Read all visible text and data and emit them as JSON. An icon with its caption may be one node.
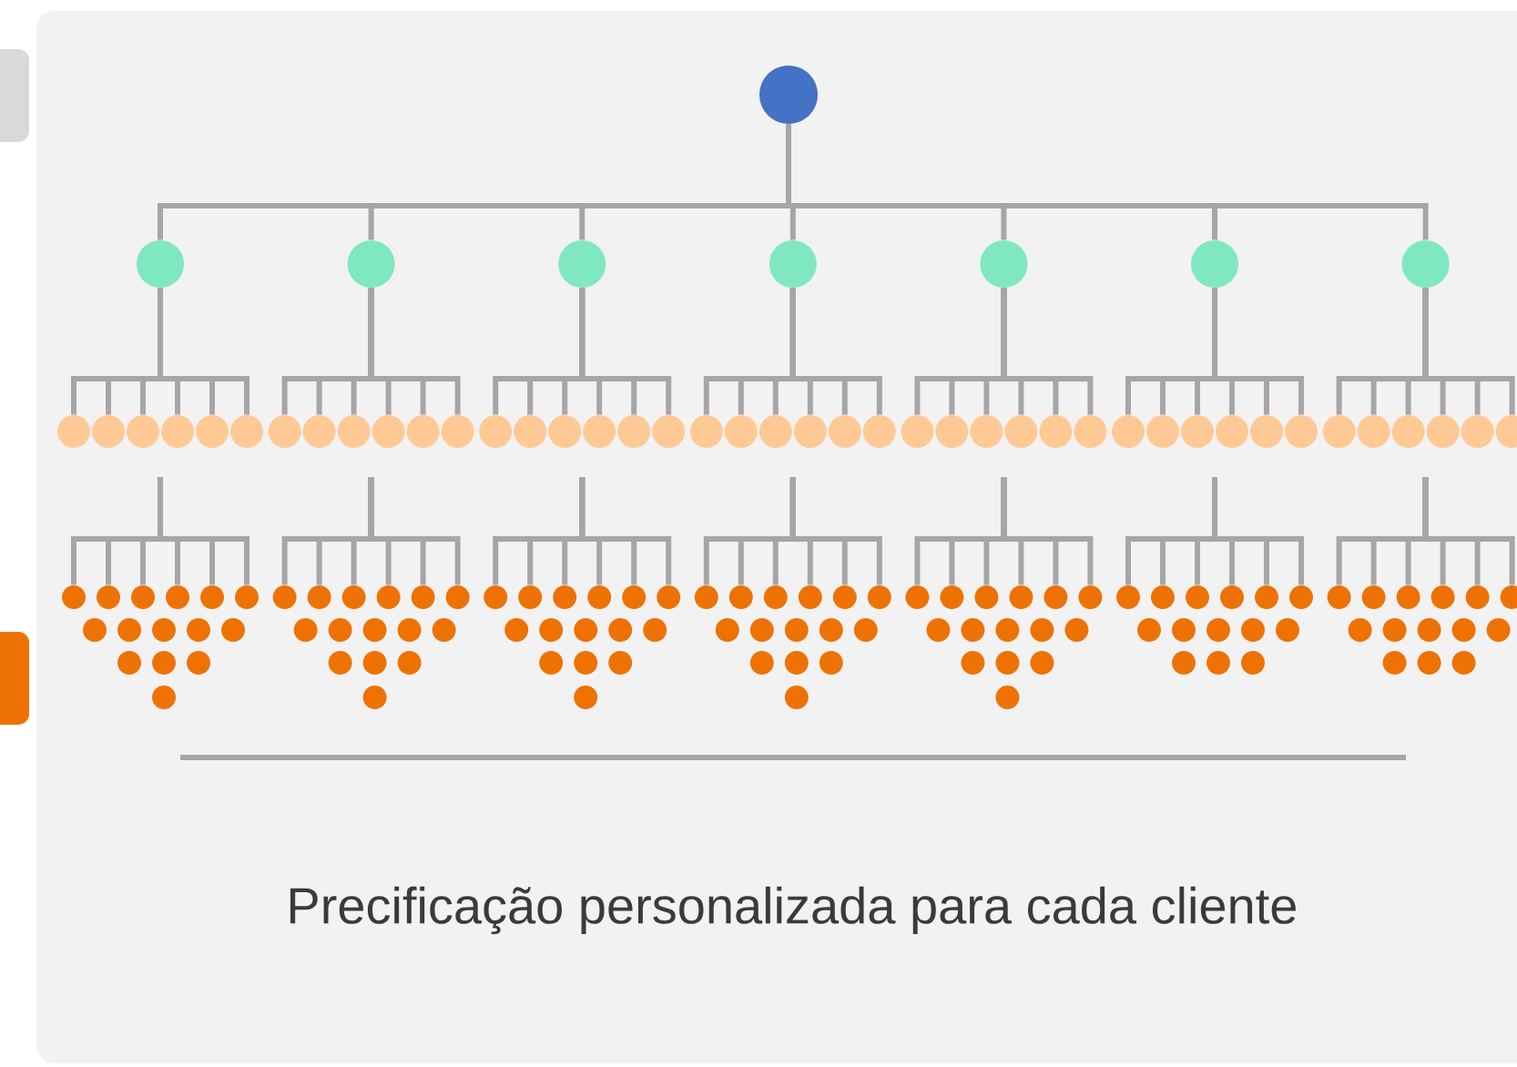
{
  "diagram": {
    "nodes": [
      {
        "text": [],
        "shape": "circle"
      },
      {
        "text": [],
        "shape": "circle"
      },
      {
        "text": [],
        "shape": "circle"
      },
      {
        "text": [],
        "shape": "circle"
      },
      {
        "text": [],
        "shape": "circle"
      },
      {
        "text": [],
        "shape": "circle"
      },
      {
        "text": [],
        "shape": "circle"
      },
      {
        "text": [],
        "shape": "circle"
      },
      {
        "text": [],
        "shape": "circle"
      },
      {
        "text": [],
        "shape": "circle"
      },
      {
        "text": [],
        "shape": "circle"
      },
      {
        "text": [],
        "shape": "circle"
      },
      {
        "text": [],
        "shape": "circle"
      },
      {
        "text": [],
        "shape": "circle"
      },
      {
        "text": [],
        "shape": "circle"
      },
      {
        "text": [],
        "shape": "circle"
      },
      {
        "text": [],
        "shape": "circle"
      },
      {
        "text": [],
        "shape": "circle"
      },
      {
        "text": [],
        "shape": "circle"
      },
      {
        "text": [],
        "shape": "circle"
      },
      {
        "text": [],
        "shape": "circle"
      },
      {
        "text": [],
        "shape": "circle"
      },
      {
        "text": [],
        "shape": "circle"
      },
      {
        "text": [],
        "shape": "circle"
      },
      {
        "text": [],
        "shape": "circle"
      },
      {
        "text": [],
        "shape": "circle"
      },
      {
        "text": [],
        "shape": "circle"
      },
      {
        "text": [],
        "shape": "circle"
      },
      {
        "text": [],
        "shape": "circle"
      },
      {
        "text": [],
        "shape": "circle"
      },
      {
        "text": [],
        "shape": "circle"
      },
      {
        "text": [],
        "shape": "circle"
      },
      {
        "text": [],
        "shape": "circle"
      },
      {
        "text": [],
        "shape": "circle"
      },
      {
        "text": [],
        "shape": "circle"
      },
      {
        "text": [],
        "shape": "circle"
      },
      {
        "text": [],
        "shape": "circle"
      },
      {
        "text": [],
        "shape": "circle"
      },
      {
        "text": [],
        "shape": "circle"
      },
      {
        "text": [],
        "shape": "circle"
      },
      {
        "text": [],
        "shape": "circle"
      },
      {
        "text": [],
        "shape": "circle"
      },
      {
        "text": [],
        "shape": "circle"
      },
      {
        "text": [],
        "shape": "circle"
      },
      {
        "text": [],
        "shape": "circle"
      },
      {
        "text": [],
        "shape": "circle"
      },
      {
        "text": [],
        "shape": "circle"
      },
      {
        "text": [],
        "shape": "circle"
      },
      {
        "text": [],
        "shape": "circle"
      },
      {
        "text": [],
        "shape": "circle"
      },
      {
        "text": [],
        "shape": "circle"
      },
      {
        "text": [],
        "shape": "circle"
      },
      {
        "text": [],
        "shape": "circle"
      },
      {
        "text": [],
        "shape": "circle"
      },
      {
        "text": [],
        "shape": "circle"
      },
      {
        "text": [],
        "shape": "circle"
      },
      {
        "text": [],
        "shape": "circle"
      },
      {
        "text": [],
        "shape": "circle"
      },
      {
        "text": [],
        "shape": "circle"
      },
      {
        "text": [],
        "shape": "circle"
      },
      {
        "text": [],
        "shape": "circle"
      },
      {
        "text": [],
        "shape": "circle"
      },
      {
        "text": [],
        "shape": "circle"
      },
      {
        "text": [],
        "shape": "circle"
      },
      {
        "text": [],
        "shape": "circle"
      },
      {
        "text": [],
        "shape": "circle"
      },
      {
        "text": [],
        "shape": "circle"
      },
      {
        "text": [],
        "shape": "circle"
      },
      {
        "text": [],
        "shape": "circle"
      },
      {
        "text": [],
        "shape": "circle"
      },
      {
        "text": [],
        "shape": "circle"
      },
      {
        "text": [],
        "shape": "circle"
      },
      {
        "text": [],
        "shape": "circle"
      },
      {
        "text": [],
        "shape": "circle"
      },
      {
        "text": [],
        "shape": "circle"
      },
      {
        "text": [],
        "shape": "circle"
      },
      {
        "text": [],
        "shape": "circle"
      },
      {
        "text": [],
        "shape": "circle"
      },
      {
        "text": [],
        "shape": "circle"
      },
      {
        "text": [],
        "shape": "circle"
      },
      {
        "text": [],
        "shape": "circle"
      },
      {
        "text": [],
        "shape": "circle"
      },
      {
        "text": [],
        "shape": "circle"
      },
      {
        "text": [],
        "shape": "circle"
      },
      {
        "text": [],
        "shape": "circle"
      },
      {
        "text": [],
        "shape": "circle"
      },
      {
        "text": [],
        "shape": "circle"
      },
      {
        "text": [],
        "shape": "circle"
      },
      {
        "text": [],
        "shape": "circle"
      },
      {
        "text": [],
        "shape": "circle"
      },
      {
        "text": [],
        "shape": "circle"
      },
      {
        "text": [],
        "shape": "circle"
      },
      {
        "text": [],
        "shape": "circle"
      },
      {
        "text": [],
        "shape": "circle"
      },
      {
        "text": [],
        "shape": "circle"
      },
      {
        "text": [],
        "shape": "circle"
      },
      {
        "text": [],
        "shape": "circle"
      },
      {
        "text": [],
        "shape": "circle"
      },
      {
        "text": [],
        "shape": "circle"
      },
      {
        "text": [],
        "shape": "circle"
      },
      {
        "text": [],
        "shape": "circle"
      },
      {
        "text": [],
        "shape": "circle"
      },
      {
        "text": [],
        "shape": "circle"
      },
      {
        "text": [],
        "shape": "circle"
      },
      {
        "text": [],
        "shape": "circle"
      },
      {
        "text": [],
        "shape": "circle"
      },
      {
        "text": [],
        "shape": "circle"
      },
      {
        "text": [],
        "shape": "circle"
      },
      {
        "text": [],
        "shape": "circle"
      },
      {
        "text": [],
        "shape": "circle"
      },
      {
        "text": [],
        "shape": "circle"
      },
      {
        "text": [],
        "shape": "circle"
      },
      {
        "text": [],
        "shape": "circle"
      },
      {
        "text": [],
        "shape": "circle"
      },
      {
        "text": [],
        "shape": "circle"
      },
      {
        "text": [],
        "shape": "circle"
      },
      {
        "text": [],
        "shape": "circle"
      },
      {
        "text": [],
        "shape": "circle"
      },
      {
        "text": [],
        "shape": "circle"
      },
      {
        "text": [],
        "shape": "circle"
      },
      {
        "text": [],
        "shape": "circle"
      },
      {
        "text": [],
        "shape": "circle"
      },
      {
        "text": [],
        "shape": "circle"
      },
      {
        "text": [],
        "shape": "circle"
      },
      {
        "text": [],
        "shape": "circle"
      },
      {
        "text": [],
        "shape": "circle"
      },
      {
        "text": [],
        "shape": "circle"
      },
      {
        "text": [],
        "shape": "circle"
      },
      {
        "text": [],
        "shape": "circle"
      },
      {
        "text": [],
        "shape": "circle"
      },
      {
        "text": [],
        "shape": "circle"
      },
      {
        "text": [],
        "shape": "circle"
      },
      {
        "text": [],
        "shape": "circle"
      },
      {
        "text": [],
        "shape": "circle"
      },
      {
        "text": [],
        "shape": "circle"
      },
      {
        "text": [],
        "shape": "circle"
      },
      {
        "text": [],
        "shape": "circle"
      },
      {
        "text": [],
        "shape": "circle"
      },
      {
        "text": [],
        "shape": "circle"
      },
      {
        "text": [],
        "shape": "circle"
      },
      {
        "text": [],
        "shape": "circle"
      },
      {
        "text": [],
        "shape": "circle"
      },
      {
        "text": [],
        "shape": "circle"
      },
      {
        "text": [],
        "shape": "circle"
      },
      {
        "text": [],
        "shape": "circle"
      },
      {
        "text": [],
        "shape": "circle"
      },
      {
        "text": [],
        "shape": "circle"
      },
      {
        "text": [],
        "shape": "circle"
      },
      {
        "text": [],
        "shape": "circle"
      },
      {
        "text": [],
        "shape": "circle"
      },
      {
        "text": [],
        "shape": "circle"
      },
      {
        "text": [],
        "shape": "circle"
      },
      {
        "text": [],
        "shape": "circle"
      }
    ],
    "edges": [
      {
        "from": 0,
        "to": 1,
        "arrow": "none"
      },
      {
        "from": 0,
        "to": 2,
        "arrow": "none"
      },
      {
        "from": 0,
        "to": 3,
        "arrow": "none"
      },
      {
        "from": 0,
        "to": 4,
        "arrow": "none"
      },
      {
        "from": 0,
        "to": 5,
        "arrow": "none"
      },
      {
        "from": 0,
        "to": 6,
        "arrow": "none"
      },
      {
        "from": 0,
        "to": 7,
        "arrow": "none"
      },
      {
        "from": 1,
        "to": 8,
        "arrow": "none"
      },
      {
        "from": 1,
        "to": 9,
        "arrow": "none"
      },
      {
        "from": 1,
        "to": 10,
        "arrow": "none"
      },
      {
        "from": 1,
        "to": 11,
        "arrow": "none"
      },
      {
        "from": 1,
        "to": 12,
        "arrow": "none"
      },
      {
        "from": 1,
        "to": 13,
        "arrow": "none"
      },
      {
        "from": 2,
        "to": 14,
        "arrow": "none"
      },
      {
        "from": 2,
        "to": 15,
        "arrow": "none"
      },
      {
        "from": 2,
        "to": 16,
        "arrow": "none"
      },
      {
        "from": 2,
        "to": 17,
        "arrow": "none"
      },
      {
        "from": 2,
        "to": 18,
        "arrow": "none"
      },
      {
        "from": 2,
        "to": 19,
        "arrow": "none"
      },
      {
        "from": 3,
        "to": 20,
        "arrow": "none"
      },
      {
        "from": 3,
        "to": 21,
        "arrow": "none"
      },
      {
        "from": 3,
        "to": 22,
        "arrow": "none"
      },
      {
        "from": 3,
        "to": 23,
        "arrow": "none"
      },
      {
        "from": 3,
        "to": 24,
        "arrow": "none"
      },
      {
        "from": 3,
        "to": 25,
        "arrow": "none"
      },
      {
        "from": 4,
        "to": 26,
        "arrow": "none"
      },
      {
        "from": 4,
        "to": 27,
        "arrow": "none"
      },
      {
        "from": 4,
        "to": 28,
        "arrow": "none"
      },
      {
        "from": 4,
        "to": 29,
        "arrow": "none"
      },
      {
        "from": 4,
        "to": 30,
        "arrow": "none"
      },
      {
        "from": 4,
        "to": 31,
        "arrow": "none"
      },
      {
        "from": 5,
        "to": 32,
        "arrow": "none"
      },
      {
        "from": 5,
        "to": 33,
        "arrow": "none"
      },
      {
        "from": 5,
        "to": 34,
        "arrow": "none"
      },
      {
        "from": 5,
        "to": 35,
        "arrow": "none"
      },
      {
        "from": 5,
        "to": 36,
        "arrow": "none"
      },
      {
        "from": 5,
        "to": 37,
        "arrow": "none"
      },
      {
        "from": 6,
        "to": 38,
        "arrow": "none"
      },
      {
        "from": 6,
        "to": 39,
        "arrow": "none"
      },
      {
        "from": 6,
        "to": 40,
        "arrow": "none"
      },
      {
        "from": 6,
        "to": 41,
        "arrow": "none"
      },
      {
        "from": 6,
        "to": 42,
        "arrow": "none"
      },
      {
        "from": 6,
        "to": 43,
        "arrow": "none"
      },
      {
        "from": 7,
        "to": 44,
        "arrow": "none"
      },
      {
        "from": 7,
        "to": 45,
        "arrow": "none"
      },
      {
        "from": 7,
        "to": 46,
        "arrow": "none"
      },
      {
        "from": 7,
        "to": 47,
        "arrow": "none"
      },
      {
        "from": 7,
        "to": 48,
        "arrow": "none"
      },
      {
        "from": 7,
        "to": 49,
        "arrow": "none"
      },
      {
        "from": null,
        "to": 50,
        "arrow": "none"
      },
      {
        "from": null,
        "to": 51,
        "arrow": "none"
      },
      {
        "from": null,
        "to": 52,
        "arrow": "none"
      },
      {
        "from": null,
        "to": 53,
        "arrow": "none"
      },
      {
        "from": null,
        "to": 54,
        "arrow": "none"
      },
      {
        "from": null,
        "to": 55,
        "arrow": "none"
      },
      {
        "from": null,
        "to": 56,
        "arrow": "none"
      },
      {
        "from": null,
        "to": 57,
        "arrow": "none"
      },
      {
        "from": null,
        "to": 58,
        "arrow": "none"
      },
      {
        "from": null,
        "to": 59,
        "arrow": "none"
      },
      {
        "from": null,
        "to": 60,
        "arrow": "none"
      },
      {
        "from": null,
        "to": 61,
        "arrow": "none"
      },
      {
        "from": null,
        "to": 62,
        "arrow": "none"
      },
      {
        "from": null,
        "to": 63,
        "arrow": "none"
      },
      {
        "from": null,
        "to": 64,
        "arrow": "none"
      },
      {
        "from": null,
        "to": 65,
        "arrow": "none"
      },
      {
        "from": null,
        "to": 66,
        "arrow": "none"
      },
      {
        "from": null,
        "to": 67,
        "arrow": "none"
      },
      {
        "from": null,
        "to": 68,
        "arrow": "none"
      },
      {
        "from": null,
        "to": 69,
        "arrow": "none"
      },
      {
        "from": null,
        "to": 70,
        "arrow": "none"
      },
      {
        "from": null,
        "to": 71,
        "arrow": "none"
      },
      {
        "from": null,
        "to": 72,
        "arrow": "none"
      },
      {
        "from": null,
        "to": 73,
        "arrow": "none"
      },
      {
        "from": null,
        "to": 74,
        "arrow": "none"
      },
      {
        "from": null,
        "to": 75,
        "arrow": "none"
      },
      {
        "from": null,
        "to": 76,
        "arrow": "none"
      },
      {
        "from": null,
        "to": 77,
        "arrow": "none"
      },
      {
        "from": null,
        "to": 78,
        "arrow": "none"
      },
      {
        "from": null,
        "to": 79,
        "arrow": "none"
      },
      {
        "from": null,
        "to": 80,
        "arrow": "none"
      },
      {
        "from": null,
        "to": 81,
        "arrow": "none"
      },
      {
        "from": null,
        "to": 82,
        "arrow": "none"
      },
      {
        "from": null,
        "to": 83,
        "arrow": "none"
      },
      {
        "from": null,
        "to": 84,
        "arrow": "none"
      },
      {
        "from": null,
        "to": 85,
        "arrow": "none"
      },
      {
        "from": null,
        "to": 86,
        "arrow": "none"
      },
      {
        "from": null,
        "to": 87,
        "arrow": "none"
      },
      {
        "from": null,
        "to": 88,
        "arrow": "none"
      },
      {
        "from": null,
        "to": 89,
        "arrow": "none"
      },
      {
        "from": null,
        "to": 90,
        "arrow": "none"
      },
      {
        "from": null,
        "to": 91,
        "arrow": "none"
      }
    ],
    "labels": [
      "Precificação personalizada para cada cliente"
    ]
  }
}
